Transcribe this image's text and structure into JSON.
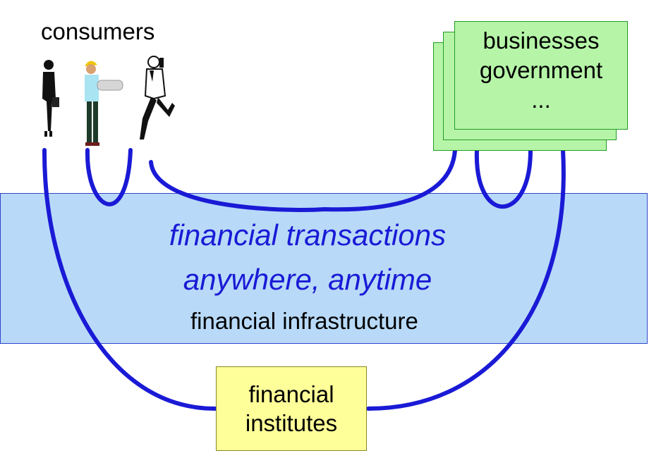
{
  "consumers": {
    "label": "consumers"
  },
  "organizations": {
    "lines": [
      "businesses",
      "government",
      "..."
    ]
  },
  "infrastructure": {
    "tagline": [
      "financial transactions",
      "anywhere, anytime"
    ],
    "label": "financial infrastructure"
  },
  "institutes": {
    "lines": [
      "financial",
      "institutes"
    ]
  },
  "colors": {
    "link": "#1a1ad6",
    "band": "#b8daf8",
    "cards": "#b6f5a8",
    "institutes": "#ffff99"
  },
  "figures": [
    "businesswoman-icon",
    "construction-worker-icon",
    "phone-caller-icon"
  ]
}
